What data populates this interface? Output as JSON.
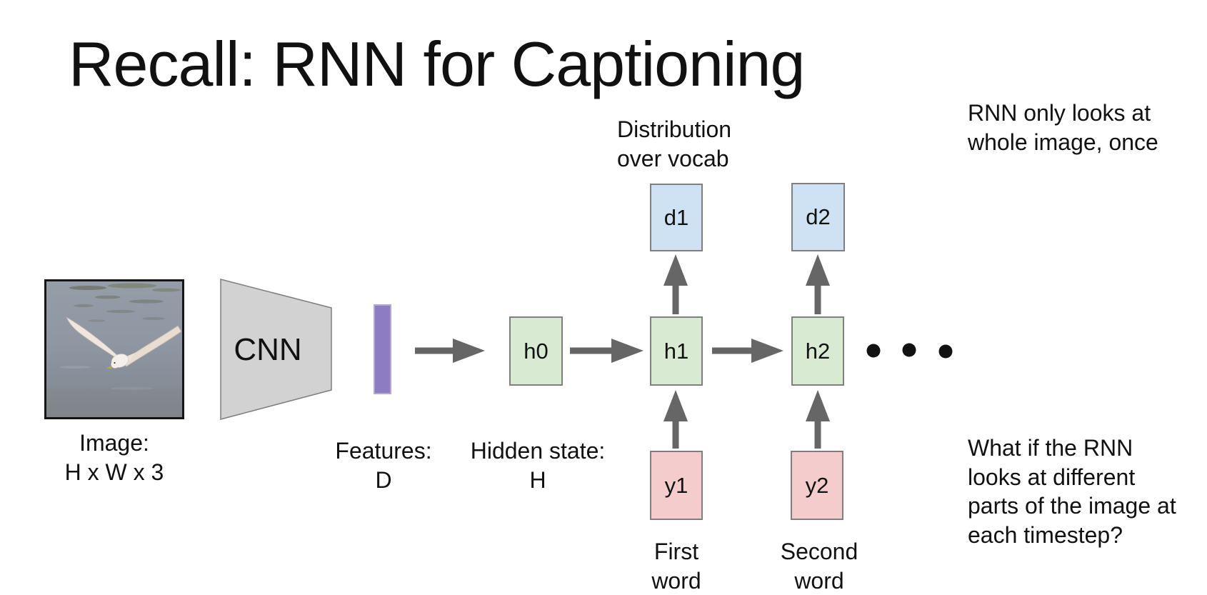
{
  "slide": {
    "title": "Recall: RNN for Captioning"
  },
  "pipeline": {
    "image_label": "Image:\nH x W x 3",
    "cnn_label": "CNN",
    "features_label": "Features:\nD",
    "hidden_label": "Hidden state:\nH",
    "distribution_label": "Distribution\nover vocab",
    "first_word_label": "First\nword",
    "second_word_label": "Second\nword"
  },
  "nodes": {
    "h0": "h0",
    "h1": "h1",
    "h2": "h2",
    "d1": "d1",
    "d2": "d2",
    "y1": "y1",
    "y2": "y2"
  },
  "notes": {
    "top_right": "RNN only looks at\nwhole image, once",
    "bottom_right": "What if the RNN\nlooks at different\nparts of the image at\neach timestep?"
  },
  "colors": {
    "hidden_fill": "#d9ead3",
    "dist_fill": "#cfe2f3",
    "word_fill": "#f4cccc",
    "features_fill": "#8e7cc3",
    "features_border": "#b4a7d6",
    "cnn_fill": "#d2d2d2",
    "arrow": "#666666",
    "box_border": "#7f7f7f",
    "ink": "#111111"
  }
}
